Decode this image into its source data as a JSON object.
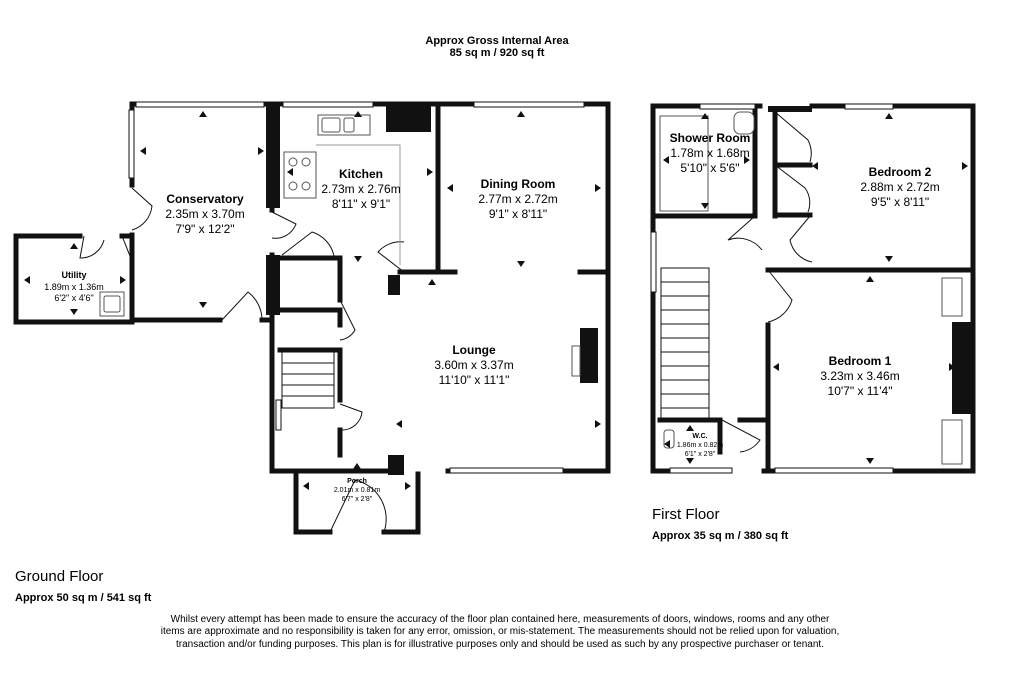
{
  "header": {
    "line1": "Approx Gross Internal Area",
    "line2": "85 sq m / 920 sq ft"
  },
  "ground_floor": {
    "title": "Ground Floor",
    "area": "Approx 50 sq m / 541 sq ft",
    "rooms": [
      {
        "key": "conservatory",
        "name": "Conservatory",
        "metric": "2.35m x 3.70m",
        "imperial": "7'9\" x 12'2\""
      },
      {
        "key": "kitchen",
        "name": "Kitchen",
        "metric": "2.73m x 2.76m",
        "imperial": "8'11\" x 9'1\""
      },
      {
        "key": "dining-room",
        "name": "Dining Room",
        "metric": "2.77m x 2.72m",
        "imperial": "9'1\" x 8'11\""
      },
      {
        "key": "utility",
        "name": "Utility",
        "metric": "1.89m x 1.36m",
        "imperial": "6'2\" x 4'6\""
      },
      {
        "key": "lounge",
        "name": "Lounge",
        "metric": "3.60m x 3.37m",
        "imperial": "11'10\" x 11'1\""
      },
      {
        "key": "porch",
        "name": "Porch",
        "metric": "2.01m x 0.81m",
        "imperial": "6'7\" x 2'8\""
      }
    ]
  },
  "first_floor": {
    "title": "First Floor",
    "area": "Approx 35 sq m / 380 sq ft",
    "rooms": [
      {
        "key": "shower-room",
        "name": "Shower Room",
        "metric": "1.78m x 1.68m",
        "imperial": "5'10\" x 5'6\""
      },
      {
        "key": "bedroom-2",
        "name": "Bedroom 2",
        "metric": "2.88m x 2.72m",
        "imperial": "9'5\" x 8'11\""
      },
      {
        "key": "bedroom-1",
        "name": "Bedroom 1",
        "metric": "3.23m x 3.46m",
        "imperial": "10'7\" x 11'4\""
      },
      {
        "key": "wc",
        "name": "W.C.",
        "metric": "1.86m x 0.82m",
        "imperial": "6'1\" x 2'8\""
      }
    ]
  },
  "disclaimer": "Whilst every attempt has been made to ensure the accuracy of the floor plan contained here, measurements of doors, windows, rooms and any other items are approximate and no responsibility is taken for any error, omission, or mis-statement. The measurements should not be relied upon for valuation, transaction and/or funding purposes. This plan is for illustrative purposes only and should be used as such by any prospective purchaser or tenant."
}
